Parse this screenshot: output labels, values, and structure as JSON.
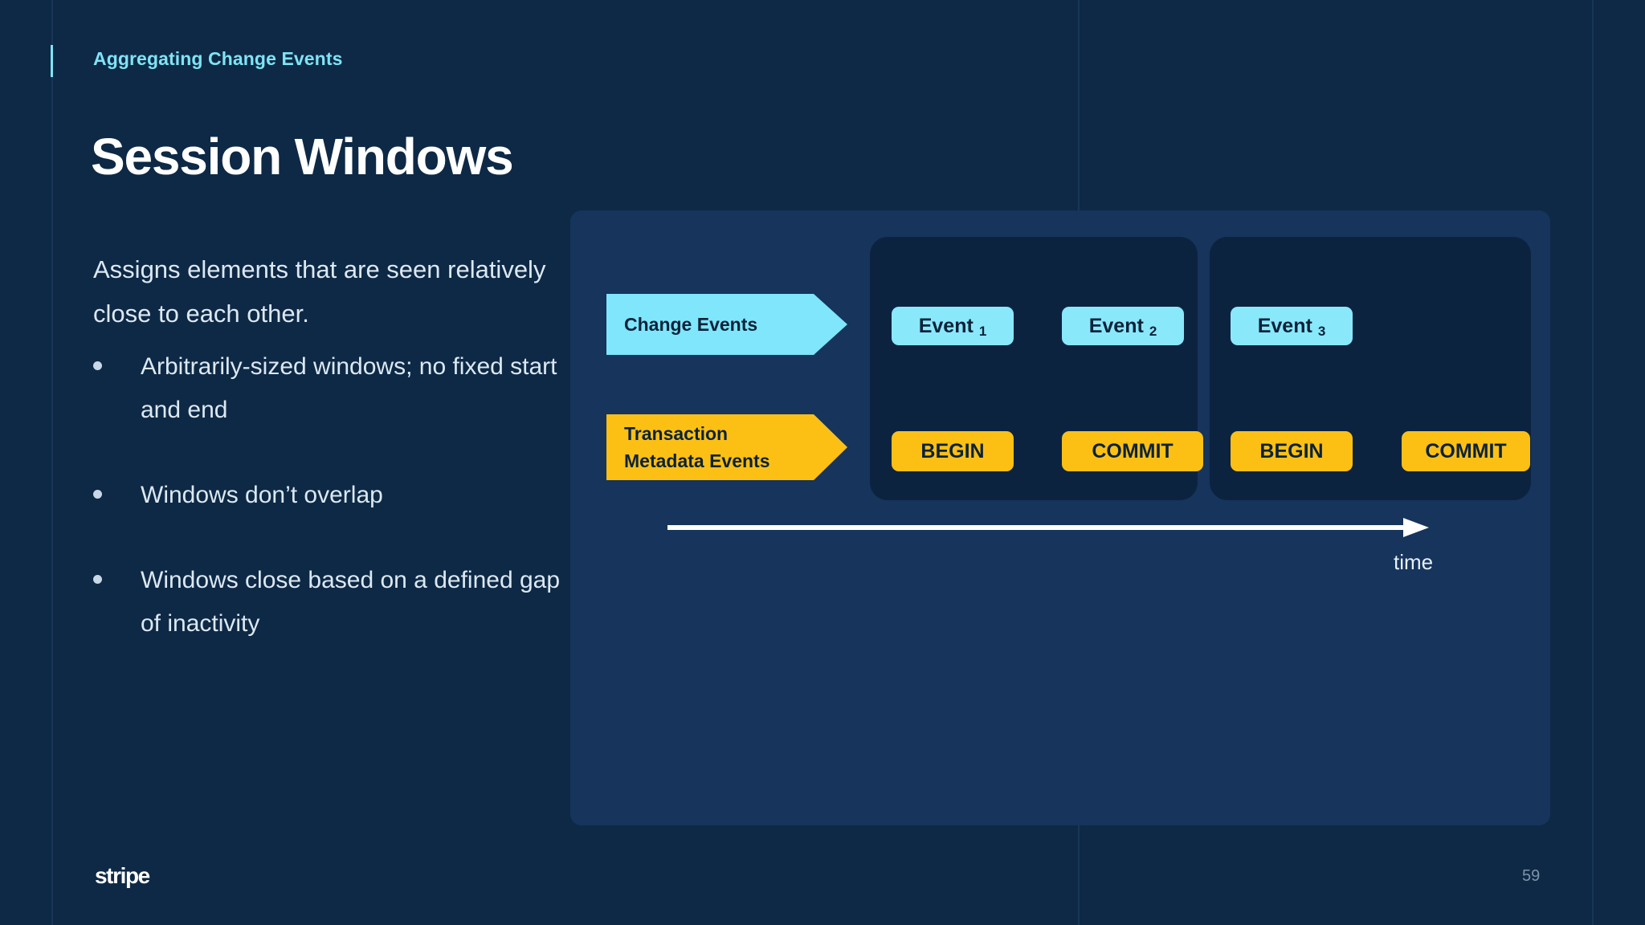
{
  "slide": {
    "eyebrow": "Aggregating Change Events",
    "title": "Session Windows",
    "lede": "Assigns elements that are seen relatively close to each other.",
    "bullets": [
      "Arbitrarily-sized windows; no fixed start and end",
      "Windows don’t overlap",
      "Windows close based on a defined gap of inactivity"
    ],
    "logo": "stripe",
    "page_number": "59"
  },
  "diagram": {
    "lanes": [
      {
        "id": "change-events",
        "label": "Change Events",
        "color": "#7fe6fb"
      },
      {
        "id": "transaction-metadata-events",
        "label": "Transaction\nMetadata Events",
        "label_line1": "Transaction",
        "label_line2": "Metadata Events",
        "color": "#fcc015"
      }
    ],
    "windows": [
      {
        "name": "session-window-1",
        "change_events": [
          "Event",
          "Event"
        ],
        "event_subscripts": [
          "1",
          "2"
        ],
        "metadata_events": [
          "BEGIN",
          "COMMIT"
        ]
      },
      {
        "name": "session-window-2",
        "change_events": [
          "Event"
        ],
        "event_subscripts": [
          "3"
        ],
        "metadata_events": [
          "BEGIN",
          "COMMIT"
        ]
      }
    ],
    "events": [
      {
        "label": "Event",
        "sub": "1"
      },
      {
        "label": "Event",
        "sub": "2"
      },
      {
        "label": "Event",
        "sub": "3"
      }
    ],
    "metadata": [
      {
        "label": "BEGIN"
      },
      {
        "label": "COMMIT"
      },
      {
        "label": "BEGIN"
      },
      {
        "label": "COMMIT"
      }
    ],
    "axis_label": "time"
  },
  "colors": {
    "background": "#0e2945",
    "panel": "#16345c",
    "window": "#0c2340",
    "accent_cyan": "#7fe3f5",
    "accent_amber": "#fcc015",
    "text_primary": "#ffffff",
    "text_body": "#dce8f3",
    "text_muted": "#7d93ab"
  }
}
